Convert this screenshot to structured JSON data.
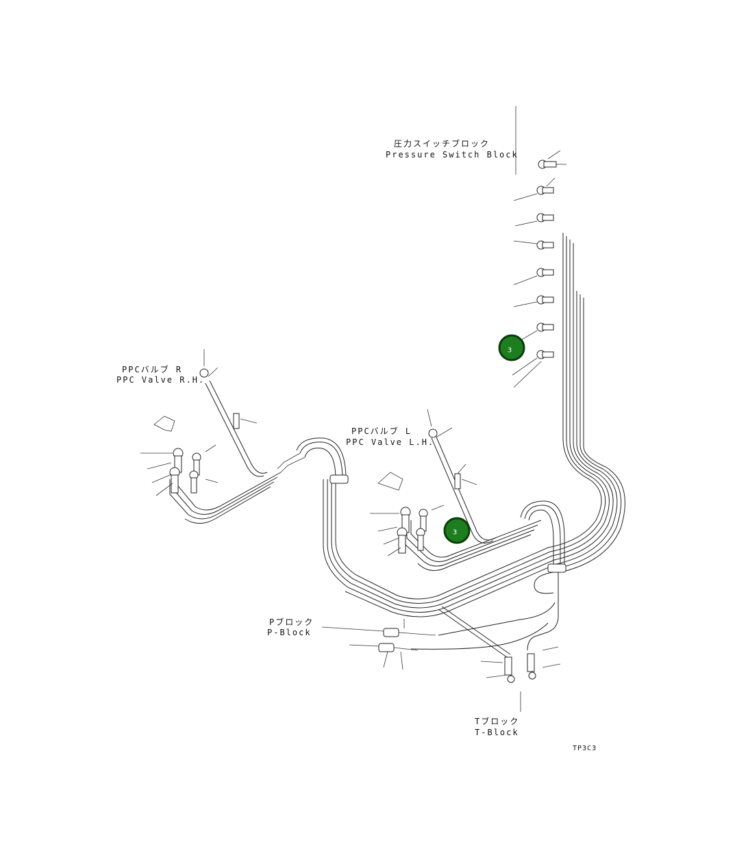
{
  "labels": {
    "pressure_switch_jp": "圧力スイッチブロック",
    "pressure_switch_en": "Pressure Switch Block",
    "ppc_rh_jp": "PPCバルブ R",
    "ppc_rh_en": "PPC Valve R.H.",
    "ppc_lh_jp": "PPCバルブ L",
    "ppc_lh_en": "PPC Valve L.H.",
    "p_block_jp": "Pブロック",
    "p_block_en": "P-Block",
    "t_block_jp": "Tブロック",
    "t_block_en": "T-Block",
    "figure_code": "TP3C3"
  },
  "callouts": [
    {
      "id": "callout-a",
      "number": "3"
    },
    {
      "id": "callout-b",
      "number": "3"
    }
  ],
  "colors": {
    "callout_fill": "#1e7d1e",
    "callout_stroke": "#0a3d0a",
    "line": "#222222"
  }
}
